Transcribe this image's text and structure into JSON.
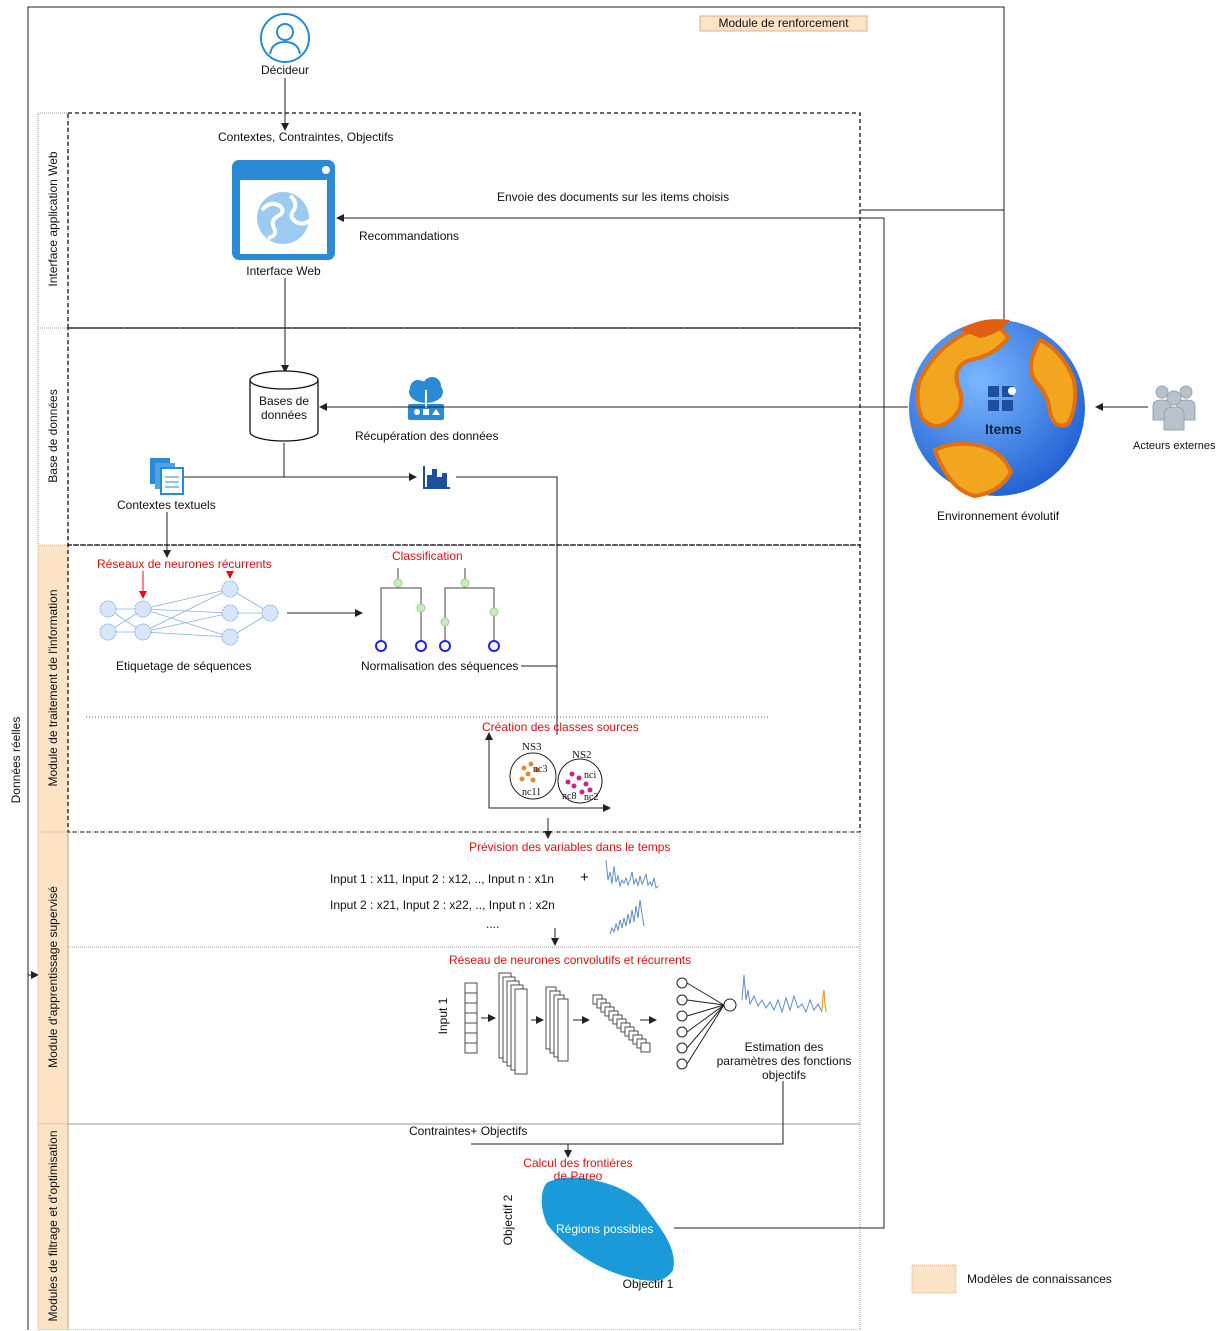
{
  "legend": {
    "module_renforcement": "Module de renforcement",
    "modeles_connaissances": "Modèles de connaissances"
  },
  "left_label": "Données réelles",
  "lanes": [
    "Interface application Web",
    "Base de données",
    "Module de traitement de l'information",
    "Module d'apprentissage supervisé",
    "Modules de filtrage et d'optimisation"
  ],
  "nodes": {
    "decideur": "Décideur",
    "contextes_contraintes": "Contextes, Contraintes, Objectifs",
    "interface_web": "Interface Web",
    "envoie_documents": "Envoie des documents sur les items choisis",
    "recommandations": "Recommandations",
    "bases_donnees": "Bases de données",
    "recuperation": "Récupération des données",
    "contextes_textuels": "Contextes textuels",
    "items": "Items",
    "environnement": "Environnement évolutif",
    "acteurs": "Acteurs externes",
    "rnn_title": "Réseaux de neurones récurrents",
    "etiquetage": "Etiquetage de séquences",
    "classification": "Classification",
    "normalisation": "Normalisation des séquences",
    "creation_classes": "Création des classes sources",
    "ns3": "NS3",
    "ns2": "NS2",
    "nc3": "nc3",
    "nc11": "nc11",
    "nci": "nci",
    "nc8": "nc8",
    "nc2": "nc2",
    "prevision": "Prévision des variables dans le temps",
    "input_row1": "Input 1 : x11, Input 2 : x12, .., Input n : x1n",
    "input_row2": "Input 2 : x21, Input 2 : x22, .., Input n : x2n",
    "dots": "....",
    "plus": "+",
    "cnn_title": "Réseau de neurones convolutifs et récurrents",
    "input_label": "Input 1",
    "estimation": "Estimation des paramètres des fonctions objectifs",
    "contraintes_objectifs": "Contraintes+ Objectifs",
    "calcul_frontieres": "Calcul des frontières de Pareo",
    "objectif2": "Objectif 2",
    "objectif1": "Objectif 1",
    "regions": "Régions possibles"
  },
  "colors": {
    "accent_blue": "#2b8ad4",
    "region_blue": "#1a9ad9",
    "red_text": "#e01010",
    "orange_legend": "#fde3c6",
    "globe_orange": "#f0a020",
    "globe_blue": "#2a7fe0"
  }
}
